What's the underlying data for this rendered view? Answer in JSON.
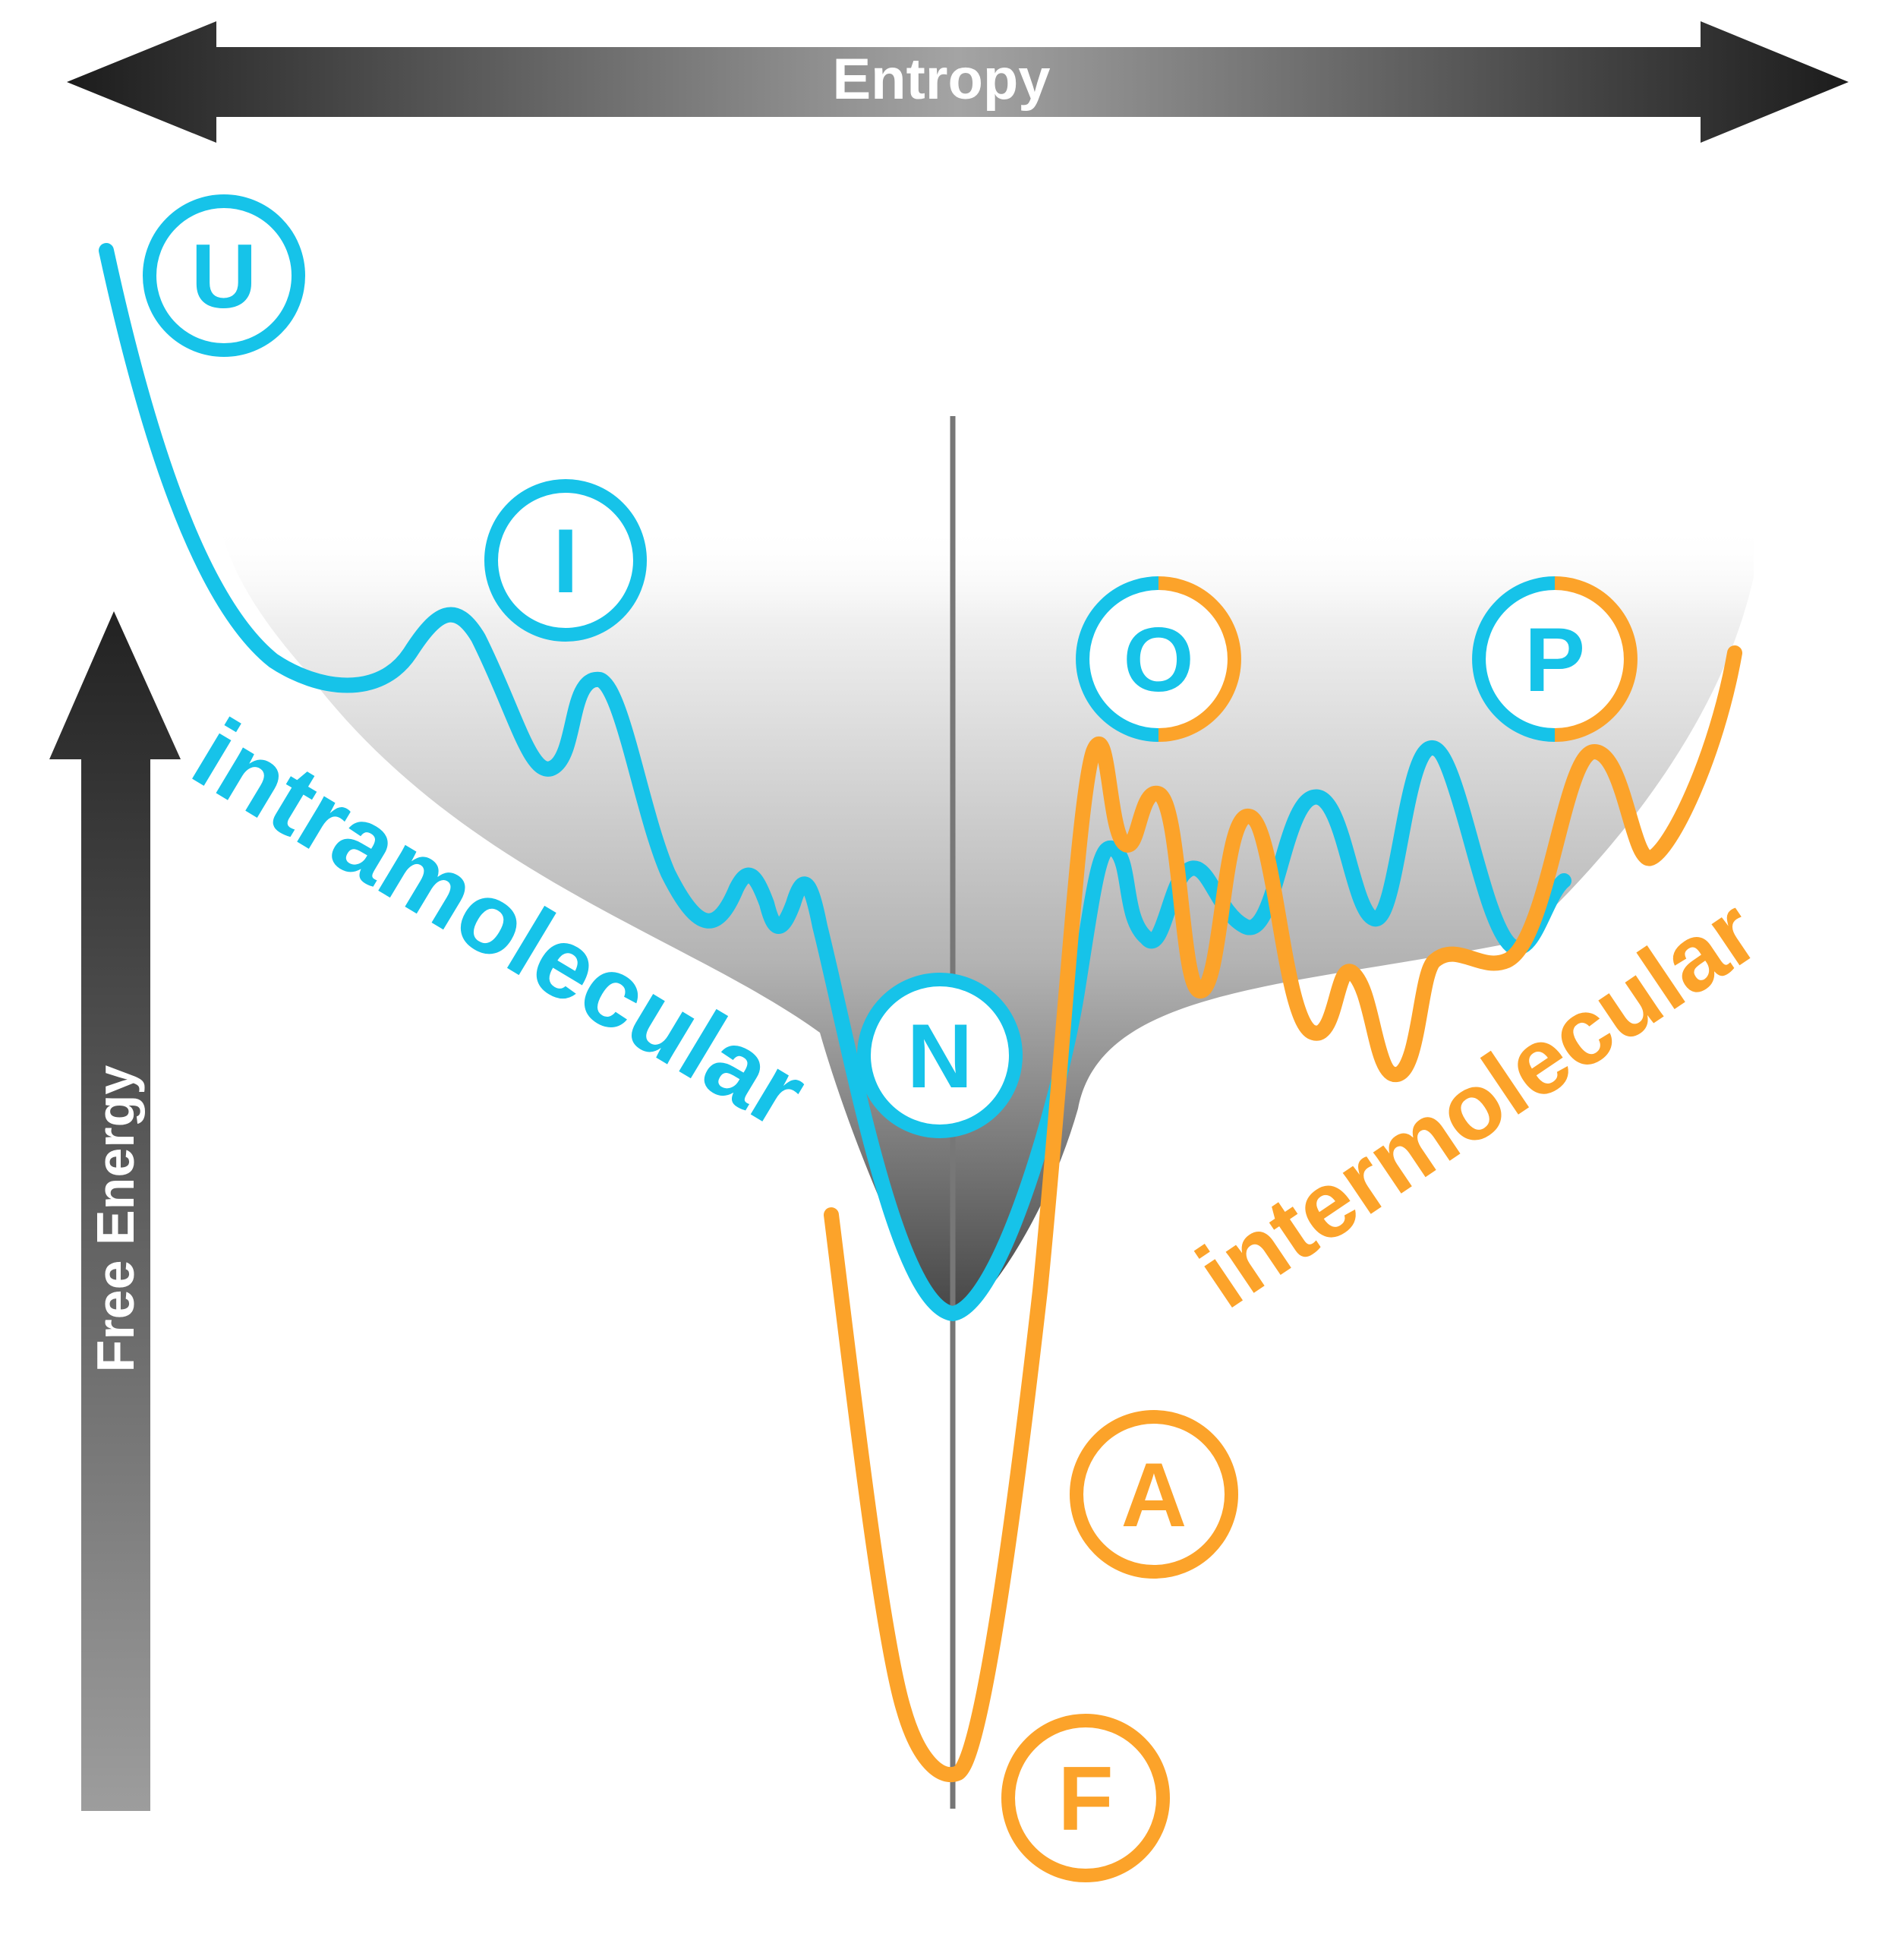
{
  "axes": {
    "horizontal_label": "Entropy",
    "vertical_label": "Free Energy"
  },
  "curves": {
    "intramolecular_label": "intramolecular",
    "intermolecular_label": "intermolecular"
  },
  "states": {
    "U": "U",
    "I": "I",
    "N": "N",
    "O": "O",
    "P": "P",
    "A": "A",
    "F": "F"
  },
  "colors": {
    "intramolecular": "#16c3e9",
    "intermolecular": "#fca32a",
    "arrow_dark": "#1e1e1e",
    "arrow_light": "#9a9a9a",
    "divider": "#777777"
  }
}
